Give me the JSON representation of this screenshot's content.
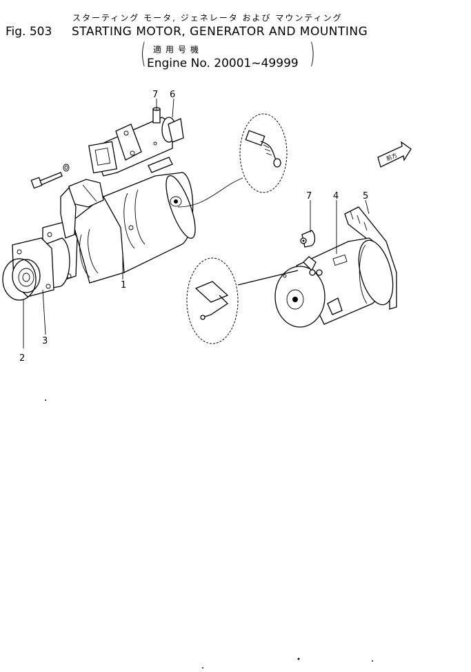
{
  "header": {
    "title_jp": "スターティング モータ, ジェネレータ および マウンティング",
    "fig_label": "Fig. 503",
    "title_en": "STARTING MOTOR, GENERATOR AND MOUNTING",
    "applicability_jp": "適用号機",
    "engine_range": "Engine No. 20001~49999"
  },
  "part_numbers": [
    "1",
    "2",
    "3",
    "4",
    "5",
    "6",
    "7",
    "7"
  ],
  "direction_marker": "前方",
  "colors": {
    "ink": "#000000",
    "paper": "#ffffff"
  }
}
